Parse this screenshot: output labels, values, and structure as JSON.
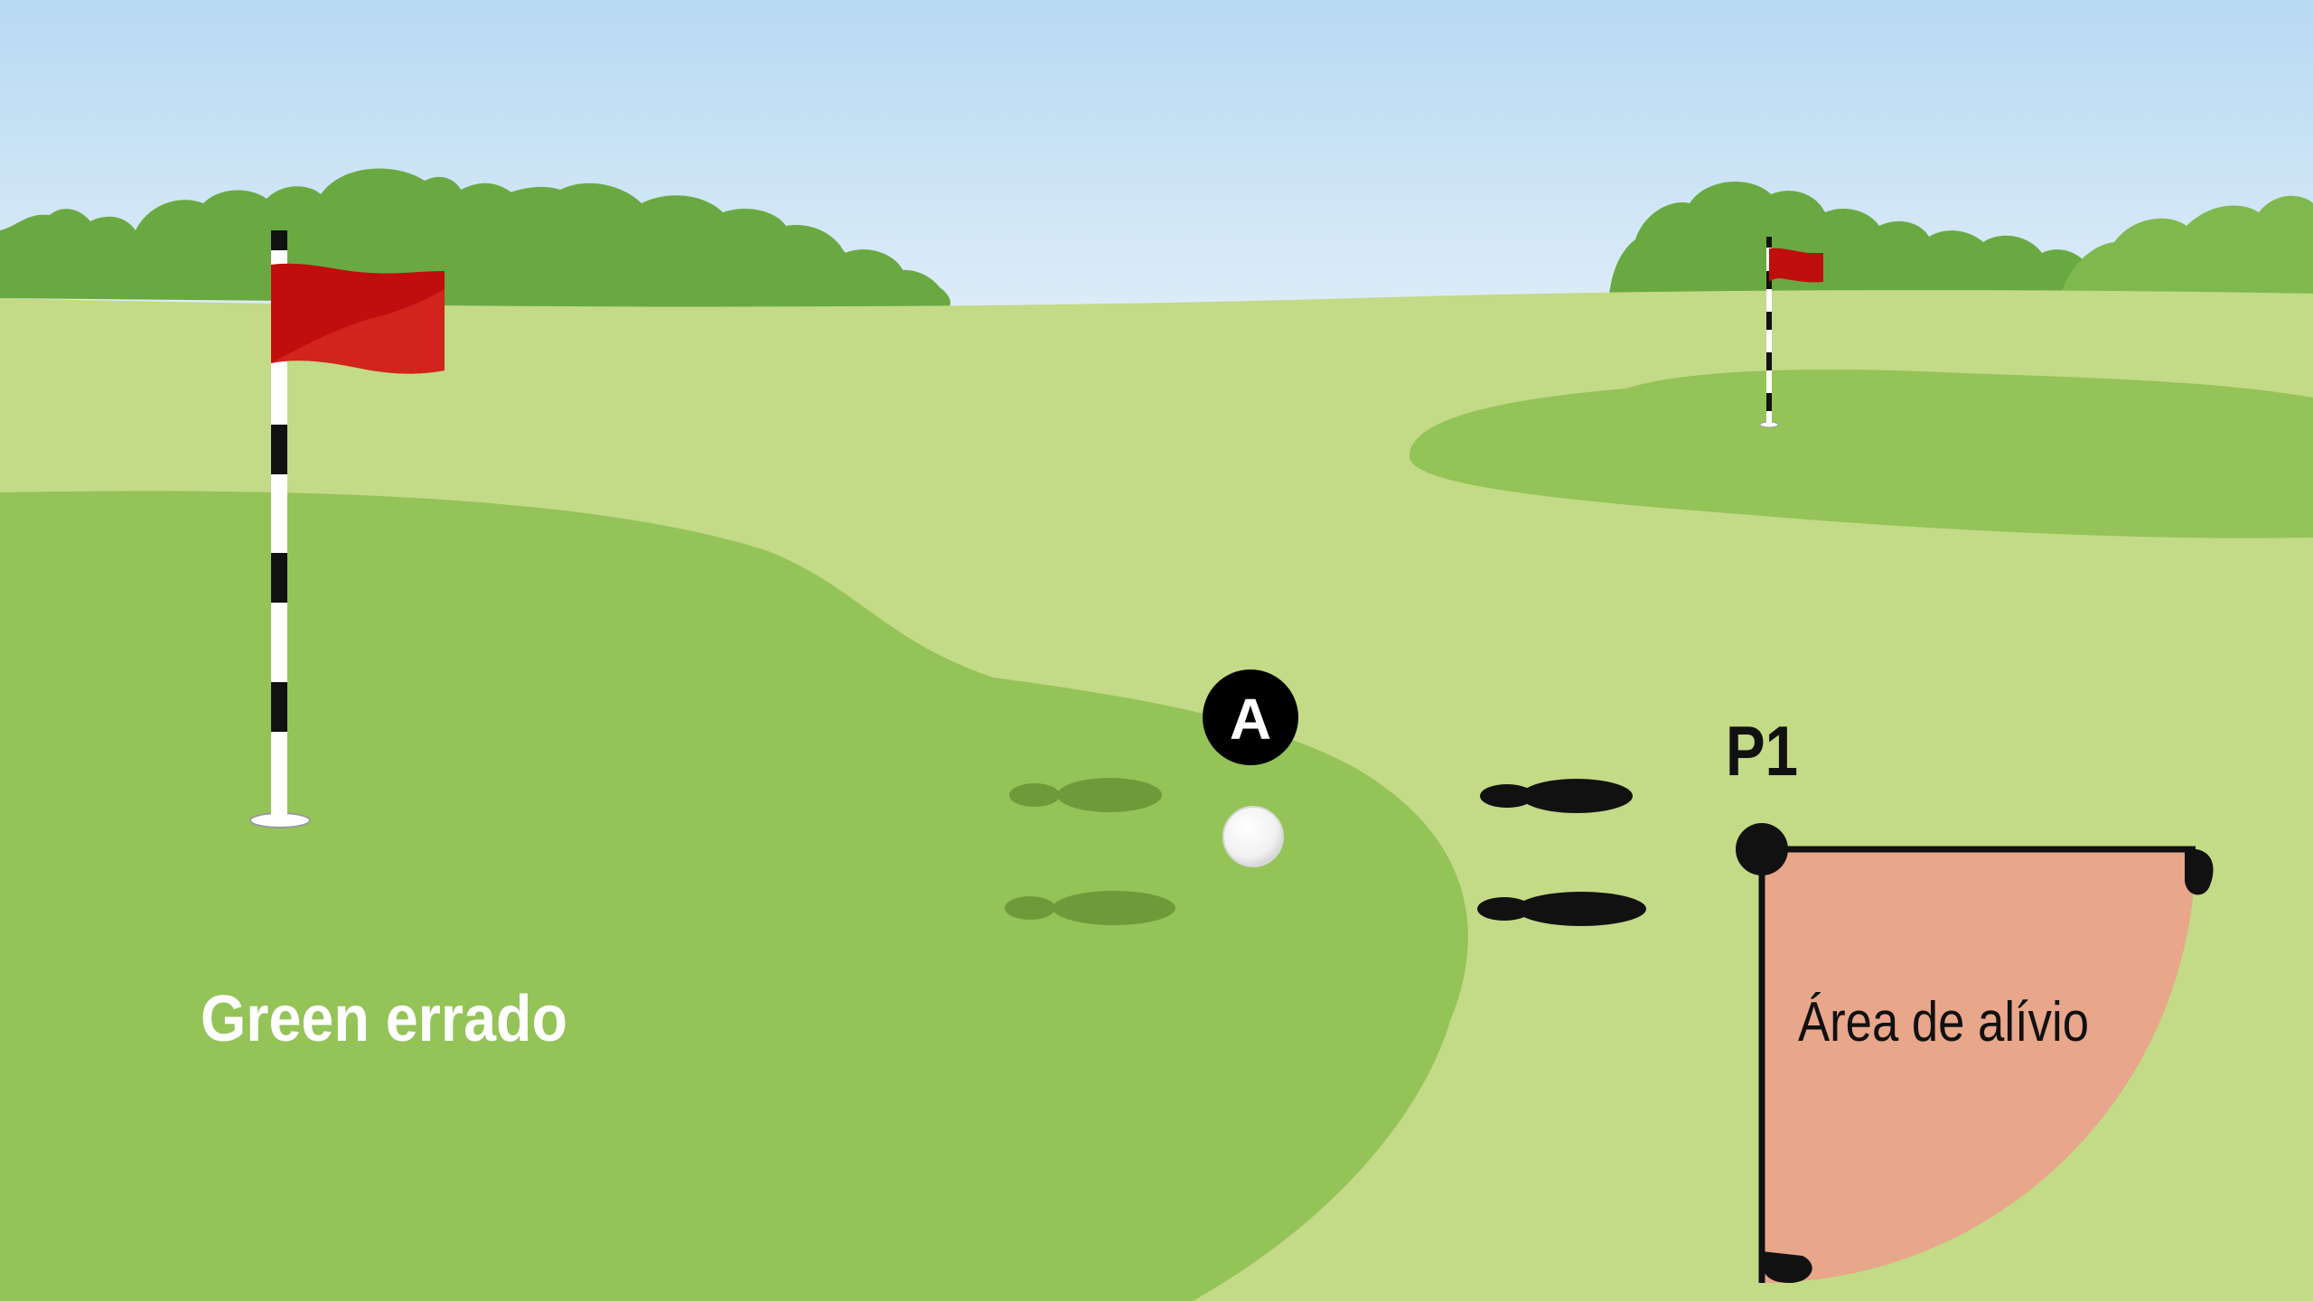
{
  "labels": {
    "wrong_green": "Green errado",
    "ball_marker": "A",
    "reference_point": "P1",
    "relief_area": "Área de alívio"
  },
  "colors": {
    "sky_top": "#b7d9f2",
    "sky_bottom": "#dcecf8",
    "fairway": "#c3da86",
    "green": "#94c358",
    "trees": "#6aa942",
    "trees_light": "#7fb84f",
    "flag_red": "#c00d0d",
    "relief_area": "#e8a68a",
    "footprint_dark": "#111111",
    "footprint_shadow": "#6f9a3a",
    "marker_fill": "#000000",
    "marker_text": "#ffffff",
    "label_white": "#ffffff",
    "label_dark": "#111111"
  },
  "icons": {
    "flagstick_near": "flagstick-icon",
    "flagstick_far": "flagstick-icon",
    "ball": "golf-ball-icon",
    "footprints_on_green": "footprints-icon",
    "footprints_off_green": "footprints-icon",
    "relief_quarter_circle": "relief-area-icon"
  }
}
